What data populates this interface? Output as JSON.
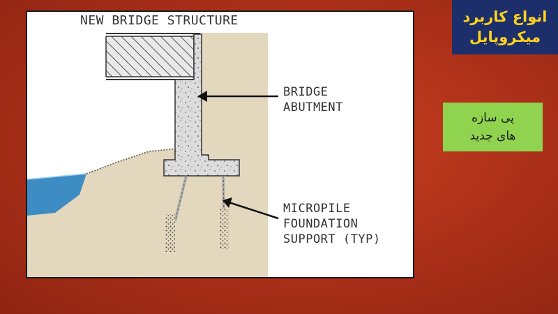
{
  "slide": {
    "title_lines": [
      "انواع کاربرد",
      "میکروپایل"
    ],
    "subtitle_lines": [
      "پی سازه",
      "های جدید"
    ]
  },
  "diagram": {
    "title": "NEW BRIDGE STRUCTURE",
    "abutment_label": "BRIDGE\nABUTMENT",
    "micropile_label": "MICROPILE\nFOUNDATION\nSUPPORT (TYP)"
  },
  "colors": {
    "slide_background": "#b0321a",
    "title_box": "#1d2f6b",
    "title_text": "#ffd21f",
    "subtitle_box": "#8fd34e",
    "soil": "#e3d8bd",
    "water": "#3d8cc4",
    "concrete": "#d8d8d8"
  }
}
